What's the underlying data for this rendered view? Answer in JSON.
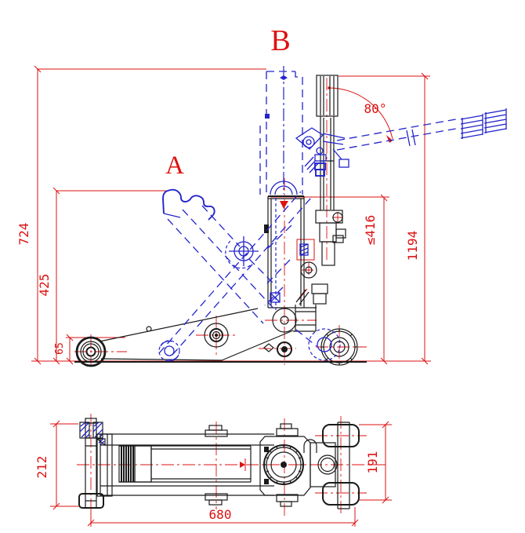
{
  "drawing": {
    "type": "engineering-drawing-floor-jack",
    "view_labels": {
      "a": "A",
      "b": "B"
    },
    "dimensions": {
      "overall_height": "724",
      "lift_height": "425",
      "min_saddle_height": "65",
      "chassis_height_max": "≤416",
      "handle_height": "1194",
      "handle_angle": "80°",
      "front_width": "212",
      "rear_width": "191",
      "base_length": "680"
    },
    "colors": {
      "dimension_red": "#dd1111",
      "raised_position_blue": "#2424cc",
      "outline_black": "#1a1a1a"
    }
  }
}
